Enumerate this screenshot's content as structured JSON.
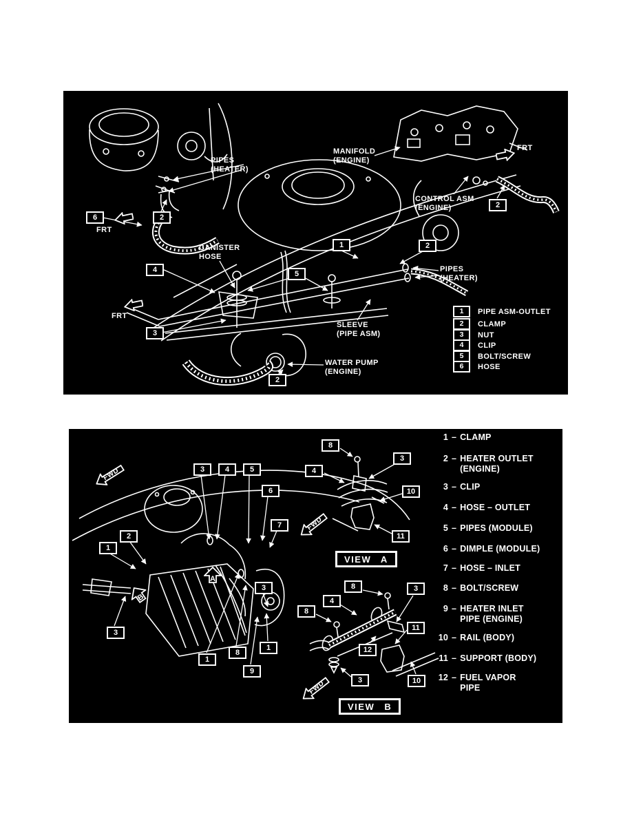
{
  "colors": {
    "page_bg": "#ffffff",
    "panel_bg": "#000000",
    "ink": "#ffffff"
  },
  "top_panel": {
    "labels": {
      "pipes_heater_upper": "PIPES\n(HEATER)",
      "manifold": "MANIFOLD\n(ENGINE)",
      "frt_right": "FRT",
      "control_asm": "CONTROL ASM\n(ENGINE)",
      "canister_hose": "CANISTER\nHOSE",
      "frt_upper_left": "FRT",
      "frt_mid_left": "FRT",
      "pipes_heater_right": "PIPES\n(HEATER)",
      "sleeve": "SLEEVE\n(PIPE ASM)",
      "water_pump": "WATER PUMP\n(ENGINE)"
    },
    "callouts": [
      "6",
      "2",
      "2",
      "1",
      "2",
      "4",
      "5",
      "3",
      "2"
    ],
    "legend": [
      {
        "num": "1",
        "label": "PIPE ASM-OUTLET"
      },
      {
        "num": "2",
        "label": "CLAMP"
      },
      {
        "num": "3",
        "label": "NUT"
      },
      {
        "num": "4",
        "label": "CLIP"
      },
      {
        "num": "5",
        "label": "BOLT/SCREW"
      },
      {
        "num": "6",
        "label": "HOSE"
      }
    ]
  },
  "bottom_panel": {
    "labels": {
      "fwd_main": "FWD",
      "fwd_view_a": "FWD",
      "fwd_view_b": "FWD",
      "view_a": "VIEW A",
      "view_b": "VIEW B",
      "marker_a": "A",
      "marker_b": "B"
    },
    "main_callouts": [
      "3",
      "4",
      "5",
      "6",
      "7",
      "2",
      "1",
      "3",
      "3",
      "1",
      "8",
      "1",
      "9"
    ],
    "view_a_callouts": [
      "8",
      "3",
      "4",
      "10",
      "11"
    ],
    "view_b_callouts": [
      "8",
      "3",
      "4",
      "8",
      "11",
      "12",
      "3",
      "10"
    ],
    "legend_separator": "–",
    "legend": [
      {
        "num": "1",
        "label": "CLAMP"
      },
      {
        "num": "2",
        "label": "HEATER OUTLET\n(ENGINE)"
      },
      {
        "num": "3",
        "label": "CLIP"
      },
      {
        "num": "4",
        "label": "HOSE – OUTLET"
      },
      {
        "num": "5",
        "label": "PIPES (MODULE)"
      },
      {
        "num": "6",
        "label": "DIMPLE (MODULE)"
      },
      {
        "num": "7",
        "label": "HOSE – INLET"
      },
      {
        "num": "8",
        "label": "BOLT/SCREW"
      },
      {
        "num": "9",
        "label": "HEATER INLET\nPIPE (ENGINE)"
      },
      {
        "num": "10",
        "label": "RAIL (BODY)"
      },
      {
        "num": "11",
        "label": "SUPPORT (BODY)"
      },
      {
        "num": "12",
        "label": "FUEL VAPOR\nPIPE"
      }
    ]
  }
}
